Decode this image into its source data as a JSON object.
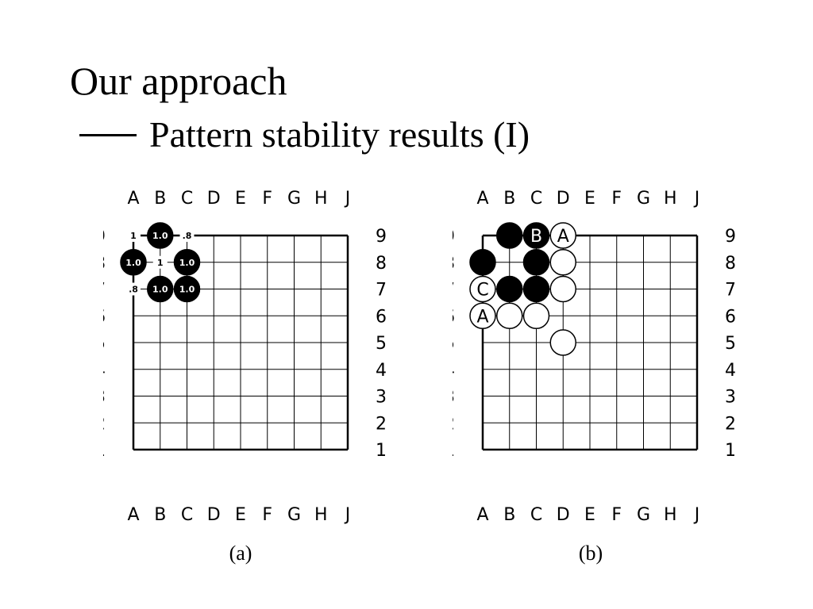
{
  "slide": {
    "title": "Our approach",
    "subtitle": "Pattern stability results (I)"
  },
  "columns": [
    "A",
    "B",
    "C",
    "D",
    "E",
    "F",
    "G",
    "H",
    "J"
  ],
  "rows": [
    "1",
    "2",
    "3",
    "4",
    "5",
    "6",
    "7",
    "8",
    "9"
  ],
  "colors": {
    "black_stone": "#000000",
    "white_stone": "#ffffff",
    "grid_line": "#000000"
  },
  "boards": [
    {
      "caption": "(a)",
      "stones": [
        {
          "col": "B",
          "row": 9,
          "color": "black",
          "label": "1.0"
        },
        {
          "col": "A",
          "row": 8,
          "color": "black",
          "label": "1.0"
        },
        {
          "col": "C",
          "row": 8,
          "color": "black",
          "label": "1.0"
        },
        {
          "col": "B",
          "row": 7,
          "color": "black",
          "label": "1.0"
        },
        {
          "col": "C",
          "row": 7,
          "color": "black",
          "label": "1.0"
        }
      ],
      "point_labels": [
        {
          "col": "A",
          "row": 9,
          "text": "1"
        },
        {
          "col": "C",
          "row": 9,
          "text": ".8"
        },
        {
          "col": "B",
          "row": 8,
          "text": "1"
        },
        {
          "col": "A",
          "row": 7,
          "text": ".8"
        }
      ]
    },
    {
      "caption": "(b)",
      "stones": [
        {
          "col": "B",
          "row": 9,
          "color": "black",
          "label": ""
        },
        {
          "col": "C",
          "row": 9,
          "color": "black",
          "label": "B"
        },
        {
          "col": "D",
          "row": 9,
          "color": "white",
          "label": "A"
        },
        {
          "col": "A",
          "row": 8,
          "color": "black",
          "label": ""
        },
        {
          "col": "C",
          "row": 8,
          "color": "black",
          "label": ""
        },
        {
          "col": "D",
          "row": 8,
          "color": "white",
          "label": ""
        },
        {
          "col": "A",
          "row": 7,
          "color": "white",
          "label": "C"
        },
        {
          "col": "B",
          "row": 7,
          "color": "black",
          "label": ""
        },
        {
          "col": "C",
          "row": 7,
          "color": "black",
          "label": ""
        },
        {
          "col": "D",
          "row": 7,
          "color": "white",
          "label": ""
        },
        {
          "col": "A",
          "row": 6,
          "color": "white",
          "label": "A"
        },
        {
          "col": "B",
          "row": 6,
          "color": "white",
          "label": ""
        },
        {
          "col": "C",
          "row": 6,
          "color": "white",
          "label": ""
        },
        {
          "col": "D",
          "row": 5,
          "color": "white",
          "label": ""
        }
      ],
      "point_labels": []
    }
  ]
}
